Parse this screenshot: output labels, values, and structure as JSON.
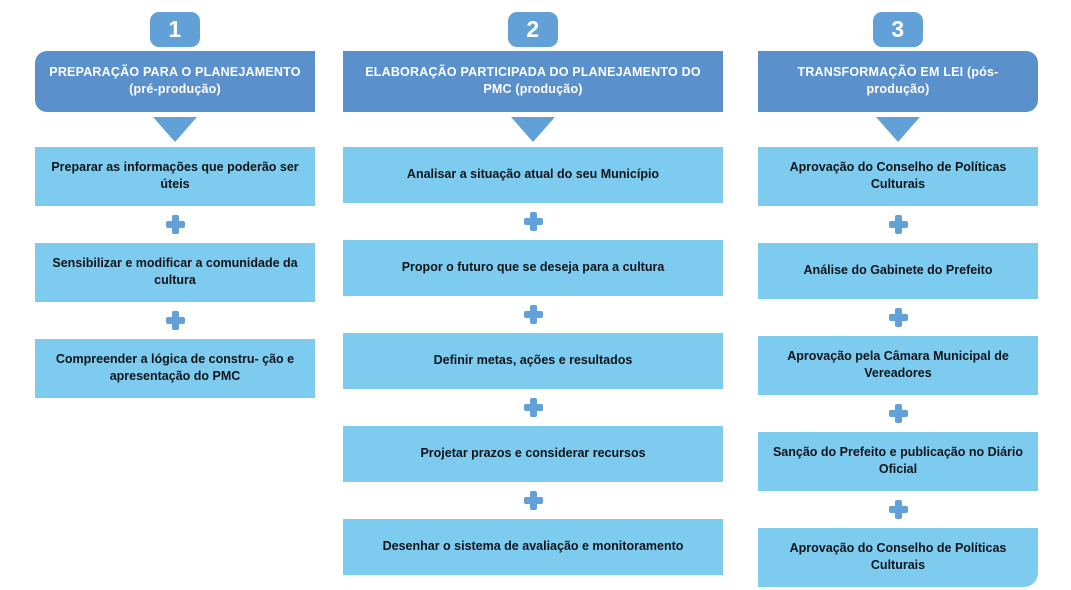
{
  "diagram": {
    "title_visible": false,
    "colors": {
      "badge": "#62a0d8",
      "header": "#5a90cb",
      "step": "#7ecbf0",
      "arrow": "#62a0d8",
      "connector": "#62a0d8",
      "header_text": "#ffffff",
      "step_text": "#111418",
      "background": "#ffffff"
    },
    "columns": [
      {
        "badge": "1",
        "header": "PREPARAÇÃO PARA O PLANEJAMENTO (pré-produção)",
        "steps": [
          "Preparar as informações que poderão ser úteis",
          "Sensibilizar e modificar a comunidade da cultura",
          "Compreender a lógica de constru- ção e apresentação do PMC"
        ]
      },
      {
        "badge": "2",
        "header": "ELABORAÇÃO PARTICIPADA DO PLANEJAMENTO DO PMC (produção)",
        "steps": [
          "Analisar a situação atual do seu Município",
          "Propor o futuro que se deseja para a cultura",
          "Definir metas, ações e resultados",
          "Projetar prazos e considerar recursos",
          "Desenhar o sistema de avaliação e monitoramento"
        ]
      },
      {
        "badge": "3",
        "header": "TRANSFORMAÇÃO EM LEI (pós-produção)",
        "steps": [
          "Aprovação do Conselho de Políticas Culturais",
          "Análise do Gabinete do Prefeito",
          "Aprovação pela Câmara Municipal de Vereadores",
          "Sanção do Prefeito e publicação no Diário Oficial",
          "Aprovação do Conselho de Políticas Culturais"
        ]
      }
    ]
  }
}
